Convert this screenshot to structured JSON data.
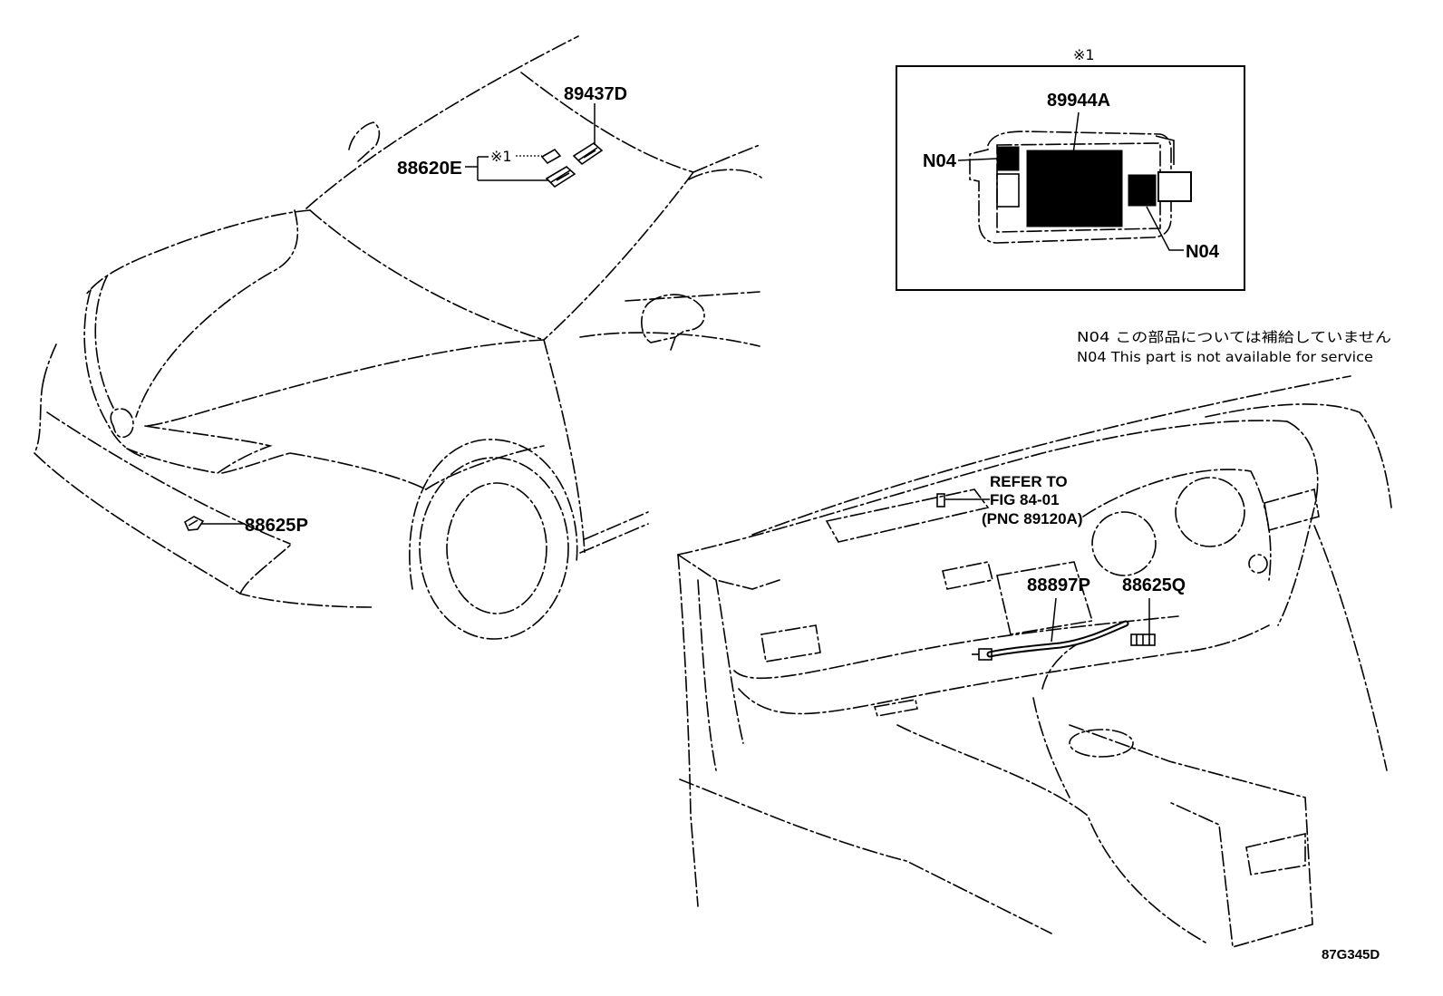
{
  "colors": {
    "line": "#000000",
    "background": "#ffffff"
  },
  "exterior_view": {
    "callouts": [
      {
        "label": "89437D"
      },
      {
        "label": "88620E"
      },
      {
        "label": "88625P"
      }
    ],
    "ref_mark": "※1"
  },
  "inset": {
    "ref_mark": "※1",
    "callouts": [
      {
        "label": "89944A"
      },
      {
        "label": "N04"
      },
      {
        "label": "N04"
      }
    ]
  },
  "notes": [
    "N04 この部品については補給していません",
    "N04 This part is not available for service"
  ],
  "interior_view": {
    "refer_lines": [
      "REFER TO",
      "FIG 84-01",
      "(PNC 89120A)"
    ],
    "callouts": [
      {
        "label": "88897P"
      },
      {
        "label": "88625Q"
      }
    ]
  },
  "figure_code": "87G345D"
}
